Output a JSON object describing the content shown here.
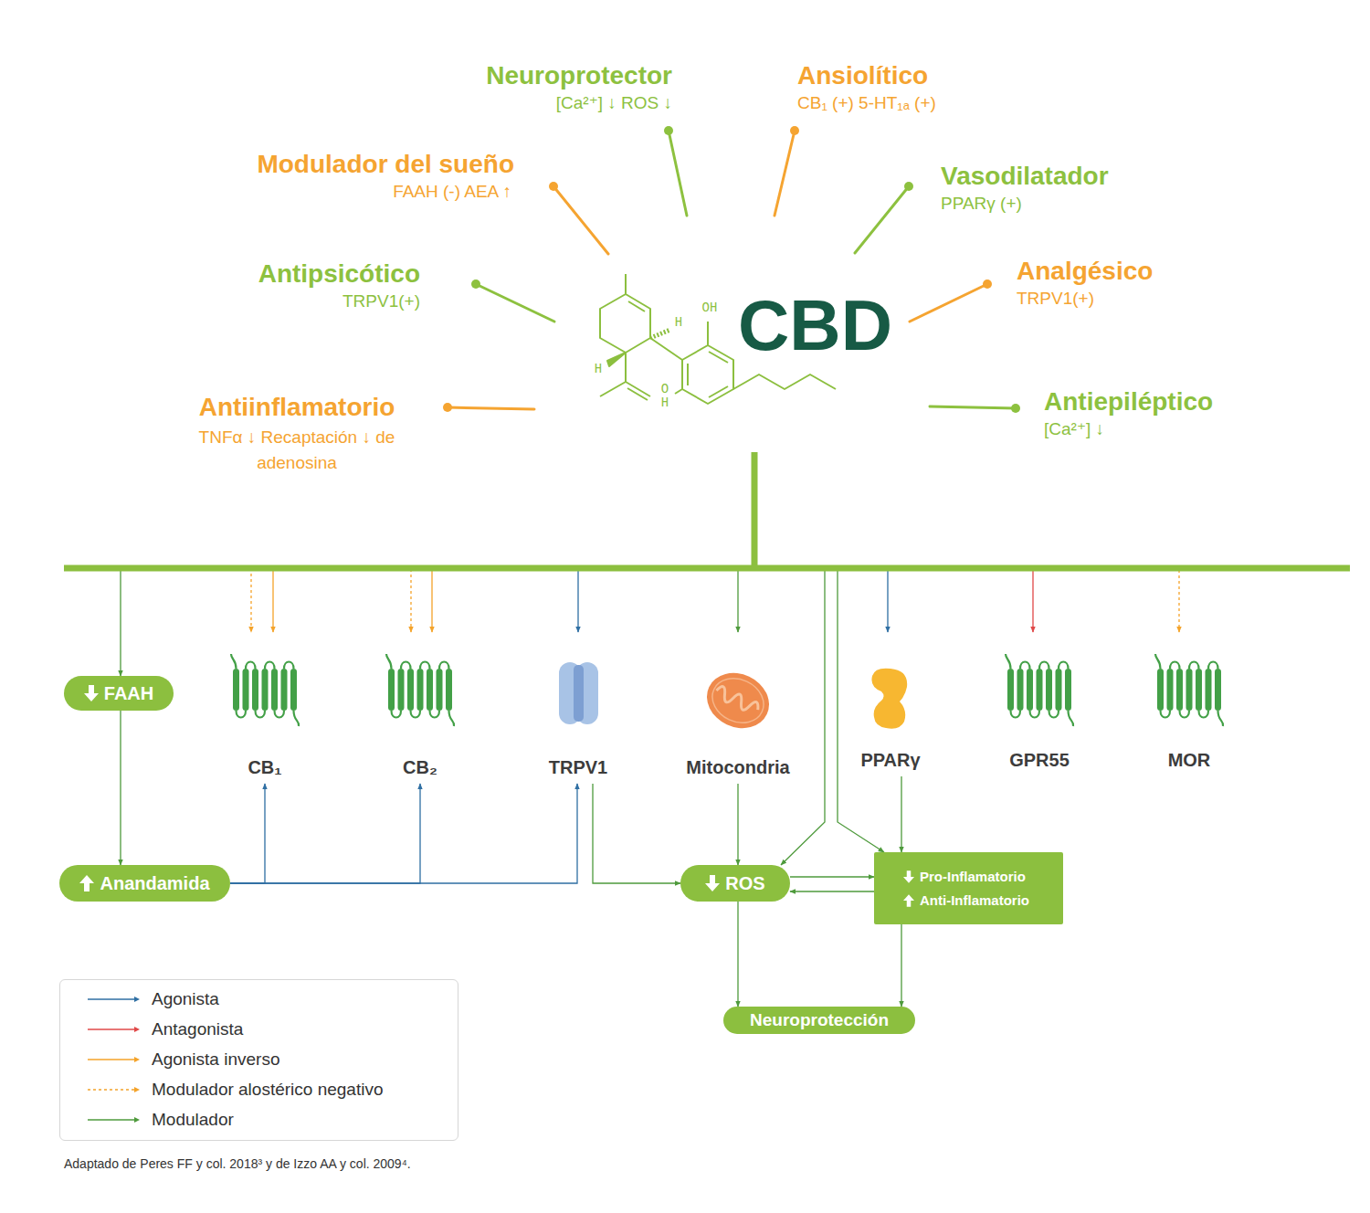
{
  "diagram": {
    "caption": "Adaptado de Peres FF y col. 2018³ y de Izzo AA y col. 2009⁴.",
    "nodes": [
      {
        "text": [
          "CBD"
        ]
      },
      {
        "text": [
          "FAAH"
        ]
      },
      {
        "text": [
          "CB₁"
        ]
      },
      {
        "text": [
          "CB₂"
        ]
      },
      {
        "text": [
          "TRPV1"
        ]
      },
      {
        "text": [
          "Mitocondria"
        ]
      },
      {
        "text": [
          "PPARγ"
        ]
      },
      {
        "text": [
          "GPR55"
        ]
      },
      {
        "text": [
          "MOR"
        ]
      },
      {
        "text": [
          "Anandamida"
        ]
      },
      {
        "text": [
          "ROS"
        ]
      },
      {
        "text": [
          "Pro-Inflamatorio",
          "Anti-Inflamatorio"
        ]
      },
      {
        "text": [
          "Neuroprotección"
        ]
      }
    ],
    "edges": [
      {
        "from": 0,
        "to": 1,
        "arrow": "to"
      },
      {
        "from": 0,
        "to": 2,
        "arrow": "to"
      },
      {
        "from": 0,
        "to": 2,
        "arrow": "to"
      },
      {
        "from": 0,
        "to": 3,
        "arrow": "to"
      },
      {
        "from": 0,
        "to": 3,
        "arrow": "to"
      },
      {
        "from": 0,
        "to": 4,
        "arrow": "to"
      },
      {
        "from": 0,
        "to": 5,
        "arrow": "to"
      },
      {
        "from": 0,
        "to": 10,
        "arrow": "to"
      },
      {
        "from": 0,
        "to": 11,
        "arrow": "to"
      },
      {
        "from": 0,
        "to": 6,
        "arrow": "to"
      },
      {
        "from": 0,
        "to": 7,
        "arrow": "to"
      },
      {
        "from": 0,
        "to": 8,
        "arrow": "to"
      },
      {
        "from": 1,
        "to": 9,
        "arrow": "to"
      },
      {
        "from": 9,
        "to": 2,
        "arrow": "to"
      },
      {
        "from": 9,
        "to": 3,
        "arrow": "to"
      },
      {
        "from": 9,
        "to": 4,
        "arrow": "to"
      },
      {
        "from": 4,
        "to": 10,
        "arrow": "to"
      },
      {
        "from": 5,
        "to": 10,
        "arrow": "to"
      },
      {
        "from": 6,
        "to": 11,
        "arrow": "to"
      },
      {
        "from": 10,
        "to": 11,
        "arrow": "to"
      },
      {
        "from": 11,
        "to": 10,
        "arrow": "to"
      },
      {
        "from": 10,
        "to": 12,
        "arrow": "to"
      },
      {
        "from": 11,
        "to": 12,
        "arrow": "to"
      }
    ],
    "labels": [
      "Neuroprotector",
      "[Ca²⁺] ↓ ROS ↓",
      "Ansiolítico",
      "CB₁ (+) 5-HT₁ₐ (+)",
      "Modulador del sueño",
      "FAAH (-) AEA ↑",
      "Vasodilatador",
      "PPARγ (+)",
      "Antipsicótico",
      "TRPV1(+)",
      "Analgésico",
      "TRPV1(+)",
      "Antiinflamatorio",
      "TNFα ↓ Recaptación ↓ de adenosina",
      "Antiepiléptico",
      "[Ca²⁺] ↓",
      "OH",
      "H",
      "H",
      "OH"
    ],
    "legend": [
      {
        "text": "Agonista"
      },
      {
        "text": "Antagonista"
      },
      {
        "text": "Agonista inverso"
      },
      {
        "text": "Modulador alostérico negativo"
      },
      {
        "text": "Modulador"
      }
    ]
  }
}
